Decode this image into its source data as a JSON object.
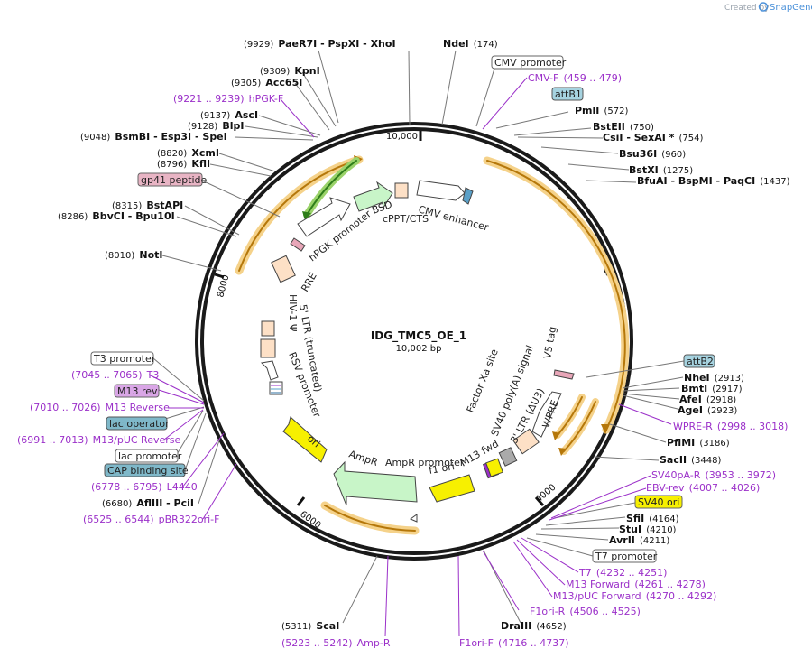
{
  "credit": {
    "prefix": "Created by",
    "brand": "SnapGene"
  },
  "plasmid": {
    "name": "IDG_TMC5_OE_1",
    "size": "10,002 bp"
  },
  "ticks": [
    "10,000",
    "2000",
    "4000",
    "6000",
    "8000"
  ],
  "colors": {
    "primer": "#9b30c9",
    "orf": "#f5a623",
    "promoter_fill": "#ffffff",
    "ori": "#f7f000",
    "ampr": "#c8f5c8",
    "bsd": "#c8f5c8",
    "ltr": "#fde0c6"
  },
  "sites": [
    {
      "pos": "(9929)",
      "name": "PaeR7I",
      "extra": [
        "PspXI",
        "XhoI"
      ]
    },
    {
      "pos": "(174)",
      "name": "NdeI",
      "pos_after": true
    },
    {
      "pos": "(572)",
      "name": "PmlI",
      "pos_after": true
    },
    {
      "pos": "(750)",
      "name": "BstEII",
      "pos_after": true
    },
    {
      "pos": "(754)",
      "name": "CsiI",
      "extra": [
        "SexAI *"
      ],
      "pos_after": true
    },
    {
      "pos": "(960)",
      "name": "Bsu36I",
      "pos_after": true
    },
    {
      "pos": "(1275)",
      "name": "BstXI",
      "pos_after": true
    },
    {
      "pos": "(1437)",
      "name": "BfuAI",
      "extra": [
        "BspMI",
        "PaqCI"
      ],
      "pos_after": true
    },
    {
      "pos": "(9309)",
      "name": "KpnI"
    },
    {
      "pos": "(9305)",
      "name": "Acc65I"
    },
    {
      "pos": "(9137)",
      "name": "AscI"
    },
    {
      "pos": "(9128)",
      "name": "BlpI"
    },
    {
      "pos": "(9048)",
      "name": "BsmBI",
      "extra": [
        "Esp3I",
        "SpeI"
      ]
    },
    {
      "pos": "(8820)",
      "name": "XcmI"
    },
    {
      "pos": "(8796)",
      "name": "KflI"
    },
    {
      "pos": "(8315)",
      "name": "BstAPI"
    },
    {
      "pos": "(8286)",
      "name": "BbvCI",
      "extra": [
        "Bpu10I"
      ]
    },
    {
      "pos": "(8010)",
      "name": "NotI"
    },
    {
      "pos": "(2913)",
      "name": "NheI",
      "pos_after": true
    },
    {
      "pos": "(2917)",
      "name": "BmtI",
      "pos_after": true
    },
    {
      "pos": "(2918)",
      "name": "AfeI",
      "pos_after": true
    },
    {
      "pos": "(2923)",
      "name": "AgeI",
      "pos_after": true
    },
    {
      "pos": "(3186)",
      "name": "PflMI",
      "pos_after": true
    },
    {
      "pos": "(3448)",
      "name": "SacII",
      "pos_after": true
    },
    {
      "pos": "(4164)",
      "name": "SfiI",
      "pos_after": true
    },
    {
      "pos": "(4210)",
      "name": "StuI",
      "pos_after": true
    },
    {
      "pos": "(4211)",
      "name": "AvrII",
      "pos_after": true
    },
    {
      "pos": "(4652)",
      "name": "DraIII"
    },
    {
      "pos": "(5311)",
      "name": "ScaI"
    },
    {
      "pos": "(6680)",
      "name": "AflIII",
      "extra": [
        "PciI"
      ]
    }
  ],
  "primers": [
    {
      "name": "CMV-F",
      "range": "(459 .. 479)"
    },
    {
      "name": "hPGK-F",
      "range": "(9221 .. 9239)"
    },
    {
      "name": "WPRE-R",
      "range": "(2998 .. 3018)"
    },
    {
      "name": "SV40pA-R",
      "range": "(3953 .. 3972)"
    },
    {
      "name": "EBV-rev",
      "range": "(4007 .. 4026)"
    },
    {
      "name": "T7",
      "range": "(4232 .. 4251)"
    },
    {
      "name": "M13 Forward",
      "range": "(4261 .. 4278)"
    },
    {
      "name": "M13/pUC Forward",
      "range": "(4270 .. 4292)"
    },
    {
      "name": "F1ori-R",
      "range": "(4506 .. 4525)"
    },
    {
      "name": "F1ori-F",
      "range": "(4716 .. 4737)"
    },
    {
      "name": "Amp-R",
      "range": "(5223 .. 5242)"
    },
    {
      "name": "pBR322ori-F",
      "range": "(6525 .. 6544)"
    },
    {
      "name": "L4440",
      "range": "(6778 .. 6795)"
    },
    {
      "name": "M13/pUC Reverse",
      "range": "(6991 .. 7013)"
    },
    {
      "name": "M13 Reverse",
      "range": "(7010 .. 7026)"
    },
    {
      "name": "T3",
      "range": "(7045 .. 7065)"
    }
  ],
  "boxes": {
    "cmv_promoter": "CMV promoter",
    "attB1": "attB1",
    "gp41": "gp41 peptide",
    "attB2": "attB2",
    "sv40_ori": "SV40 ori",
    "t7_promoter": "T7 promoter",
    "t3_promoter": "T3 promoter",
    "m13_rev": "M13 rev",
    "lac_operator": "lac operator",
    "lac_promoter": "lac promoter",
    "cap_site": "CAP binding site"
  },
  "features": {
    "cmv_enhancer": "CMV enhancer",
    "cppt": "cPPT/CTS",
    "bsd": "BSD",
    "hpgk": "hPGK promoter",
    "rre": "RRE",
    "ltr5": "5' LTR (truncated)",
    "hiv": "HIV-1 Ψ",
    "rsv": "RSV promoter",
    "ori": "ori",
    "ampr": "AmpR",
    "ampr_promoter": "AmpR promoter",
    "f1ori": "f1 ori",
    "m13fwd": "M13 fwd",
    "ltr3": "3' LTR (ΔU3)",
    "sv40pa": "SV40 poly(A) signal",
    "wpre": "WPRE",
    "factorxa": "Factor Xa site",
    "v5": "V5 tag"
  }
}
